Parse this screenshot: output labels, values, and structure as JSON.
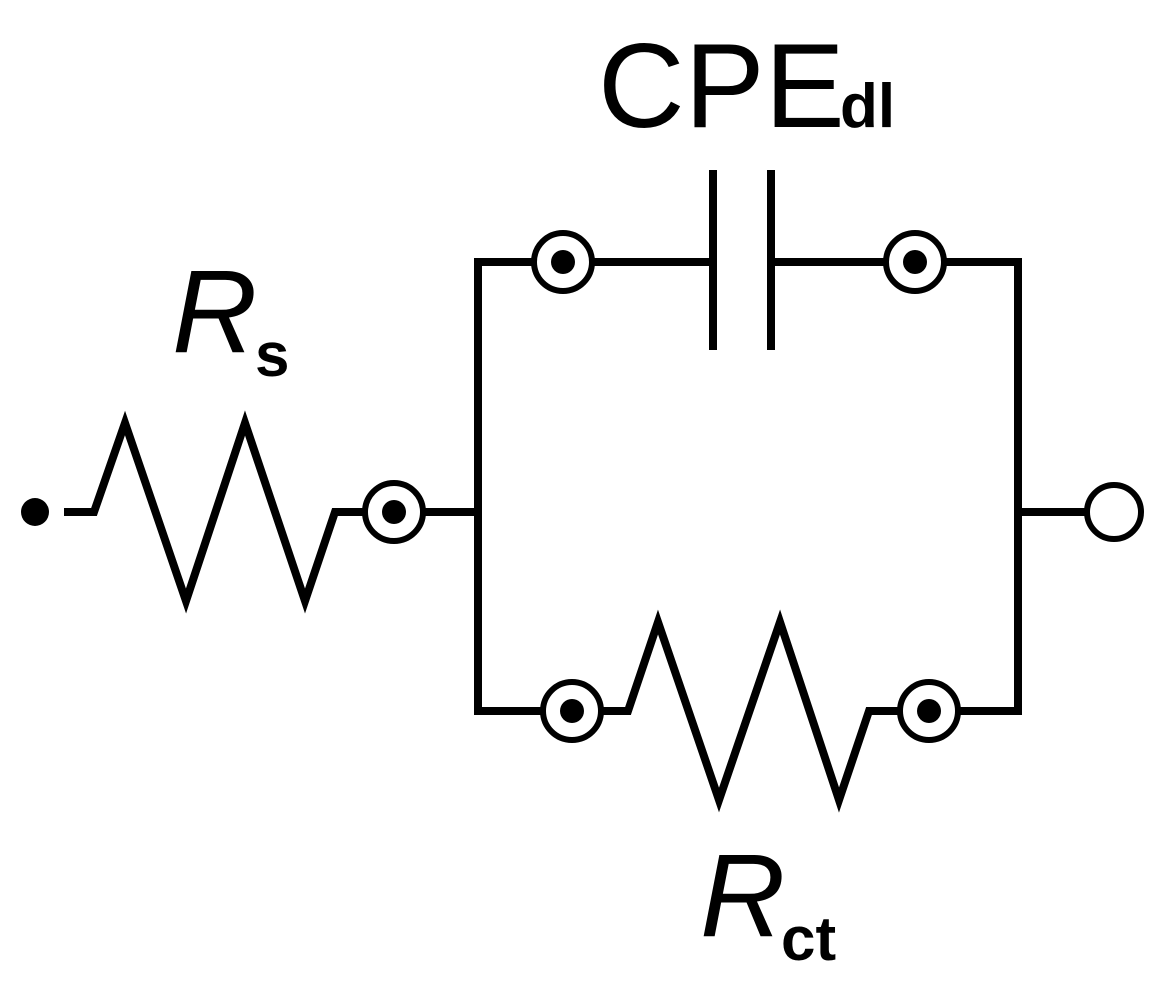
{
  "labels": {
    "rs_main": "R",
    "rs_sub": "s",
    "cpe_main": "CPE",
    "cpe_sub": "dl",
    "rct_main": "R",
    "rct_sub": "ct"
  },
  "colors": {
    "stroke": "#000000",
    "background": "#ffffff"
  }
}
